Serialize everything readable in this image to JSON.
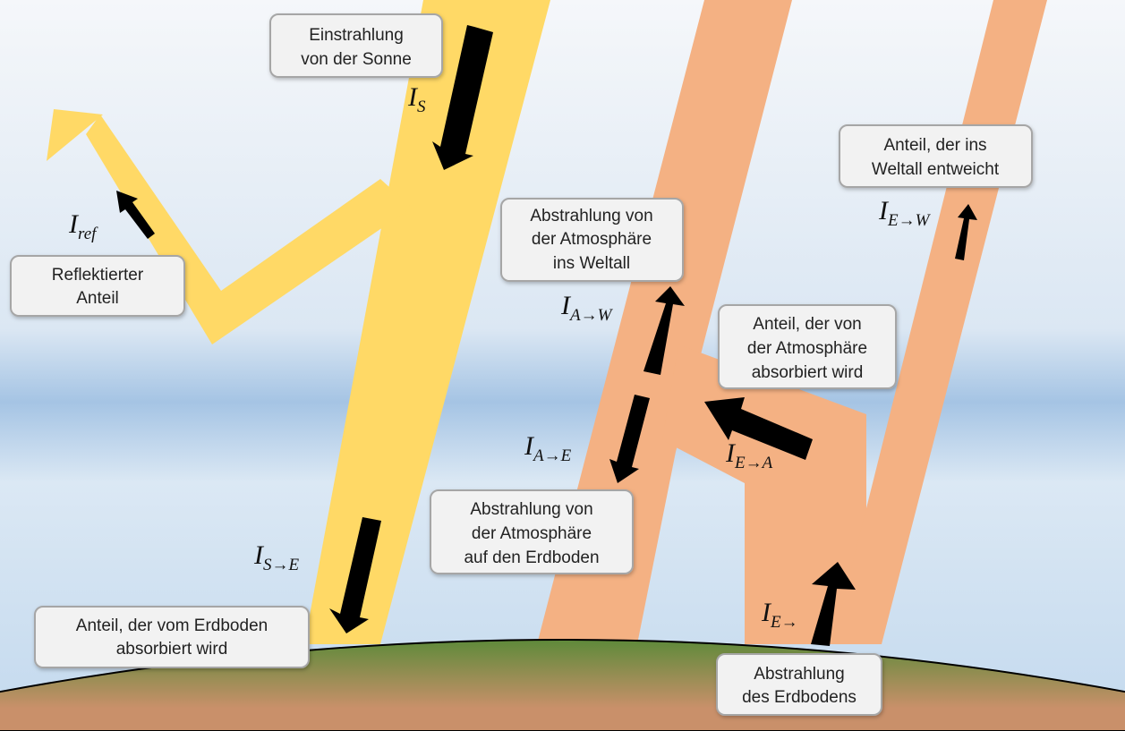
{
  "colors": {
    "sky_top": "#f5f7fa",
    "sky_band": "#a5c4e4",
    "sky_bottom": "#c3d9ee",
    "solar_beam": "#ffd966",
    "thermal_beam": "#f4b183",
    "ground_green": "#5e8a3a",
    "ground_brown": "#c9906a",
    "box_fill": "#f2f2f2",
    "box_border": "#a6a6a6",
    "arrow": "#000000"
  },
  "labels": {
    "einstrahlung": [
      "Einstrahlung",
      "von der Sonne"
    ],
    "reflektiert": [
      "Reflektierter",
      "Anteil"
    ],
    "erdboden_absorbiert": [
      "Anteil, der vom Erdboden",
      "absorbiert wird"
    ],
    "atmo_weltall": [
      "Abstrahlung von",
      "der Atmosphäre",
      "ins Weltall"
    ],
    "atmo_absorbiert": [
      "Anteil, der von",
      "der Atmosphäre",
      "absorbiert wird"
    ],
    "weltall_entweicht": [
      "Anteil, der ins",
      "Weltall entweicht"
    ],
    "atmo_erdboden": [
      "Abstrahlung von",
      "der Atmosphäre",
      "auf den Erdboden"
    ],
    "erdboden_abstrahlung": [
      "Abstrahlung",
      "des Erdbodens"
    ]
  },
  "symbols": {
    "i_s": {
      "main": "I",
      "sub": "S"
    },
    "i_ref": {
      "main": "I",
      "sub": "ref"
    },
    "i_s_e": {
      "main": "I",
      "sub": "S→E"
    },
    "i_a_w": {
      "main": "I",
      "sub": "A→W"
    },
    "i_a_e": {
      "main": "I",
      "sub": "A→E"
    },
    "i_e_a": {
      "main": "I",
      "sub": "E→A"
    },
    "i_e_w": {
      "main": "I",
      "sub": "E→W"
    },
    "i_e": {
      "main": "I",
      "sub": "E→"
    }
  }
}
